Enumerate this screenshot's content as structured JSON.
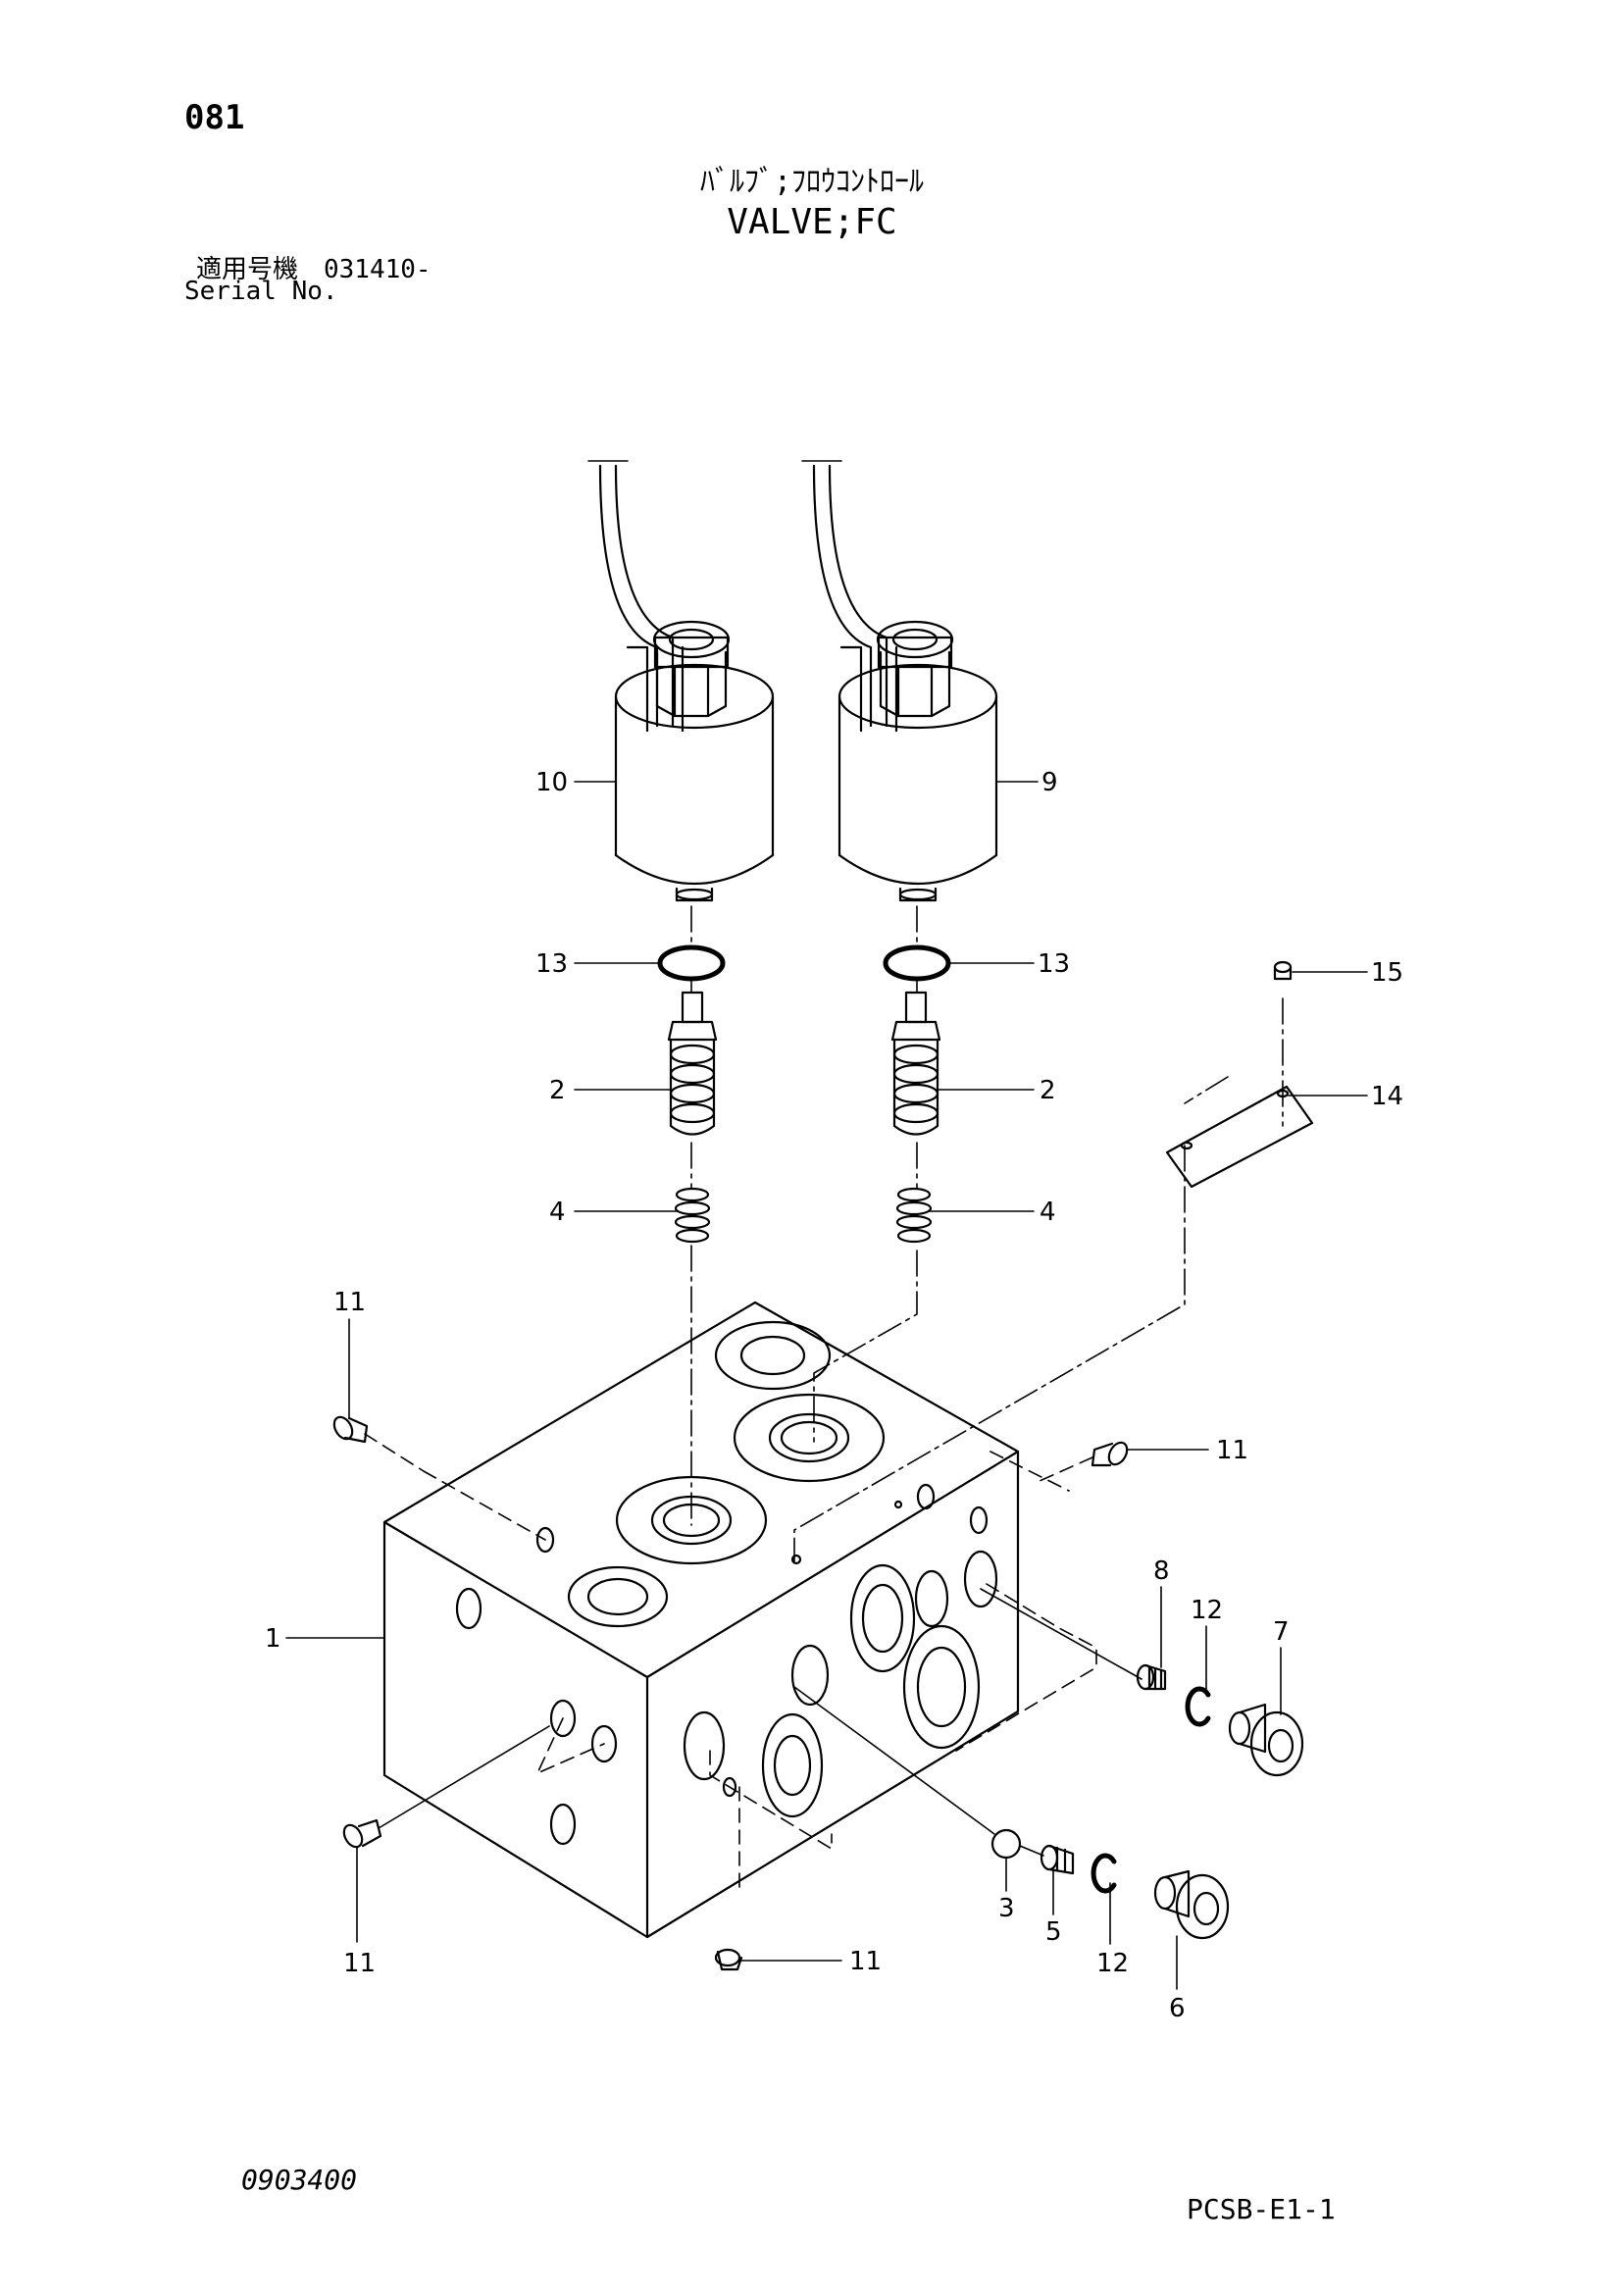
{
  "header": {
    "page_number": "081",
    "title_jp": "ﾊﾞﾙﾌﾞ;ﾌﾛｳｺﾝﾄﾛｰﾙ",
    "title_en": "VALVE;FC",
    "serial_label_jp": "適用号機　031410-",
    "serial_label_en": "Serial No."
  },
  "footer": {
    "doc_code": "0903400",
    "page_code": "PCSB-E1-1"
  },
  "callouts": {
    "c1": "1",
    "c2a": "2",
    "c2b": "2",
    "c3": "3",
    "c4a": "4",
    "c4b": "4",
    "c5": "5",
    "c6": "6",
    "c7": "7",
    "c8": "8",
    "c9": "9",
    "c10": "10",
    "c11a": "11",
    "c11b": "11",
    "c11c": "11",
    "c11d": "11",
    "c12a": "12",
    "c12b": "12",
    "c13a": "13",
    "c13b": "13",
    "c14": "14",
    "c15": "15"
  }
}
